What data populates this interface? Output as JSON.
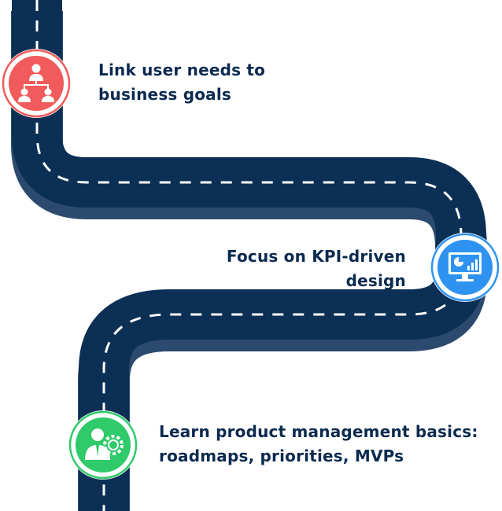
{
  "milestones": [
    {
      "lines": [
        "Link user needs to",
        "business goals"
      ],
      "icon": "team-hierarchy-icon",
      "color": "#f25b5b"
    },
    {
      "lines": [
        "Focus on KPI-driven",
        "design"
      ],
      "icon": "monitor-analytics-icon",
      "color": "#2e93f0"
    },
    {
      "lines": [
        "Learn product management basics:",
        "roadmaps, priorities, MVPs"
      ],
      "icon": "manager-gear-icon",
      "color": "#2fca6a"
    }
  ],
  "colors": {
    "road": "#0c2f55",
    "road_shadow": "#2c4a6e",
    "lane_marking": "#ffffff",
    "text": "#0b2a4f"
  }
}
